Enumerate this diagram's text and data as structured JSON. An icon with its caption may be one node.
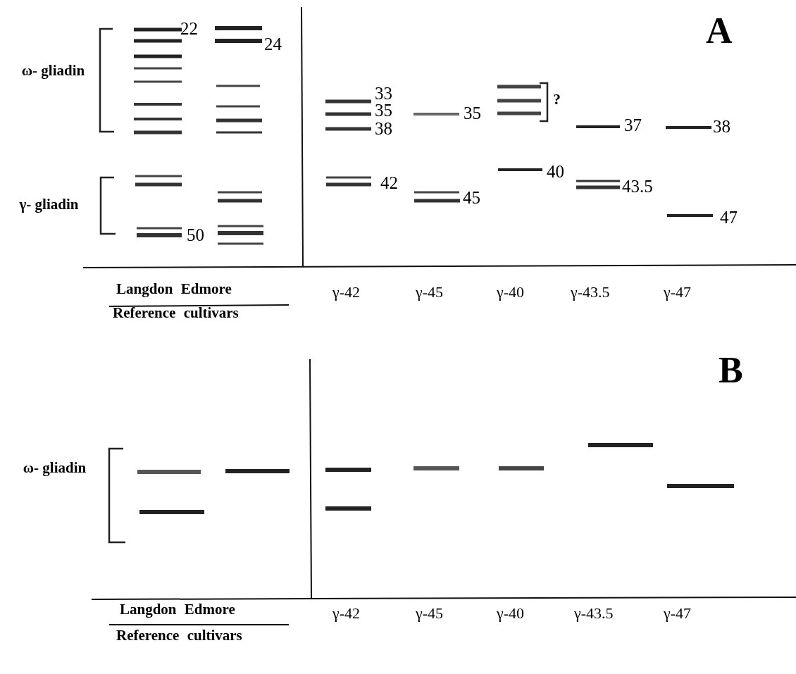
{
  "diagram": {
    "labels": [
      "A",
      "22",
      "24",
      "ω- gliadin",
      "33",
      "35",
      "38",
      "35",
      "?",
      "37",
      "38",
      "42",
      "40",
      "43.5",
      "45",
      "47",
      "γ- gliadin",
      "50",
      "Langdon Edmore",
      "Reference cultivars",
      "γ-42",
      "γ-45",
      "γ-40",
      "γ-43.5",
      "γ-47",
      "B",
      "ω- gliadin",
      "Langdon Edmore",
      "Reference cultivars",
      "γ-42",
      "γ-45",
      "γ-40",
      "γ-43.5",
      "γ-47"
    ]
  }
}
